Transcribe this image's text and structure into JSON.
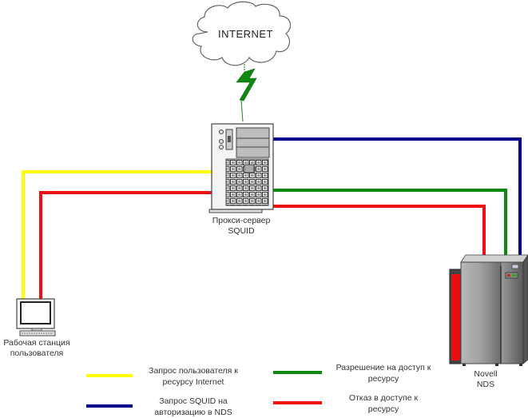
{
  "title": "Схема авторизации SQUID через Novell NDS",
  "nodes": {
    "internet": {
      "label": "INTERNET",
      "icon": "cloud-icon"
    },
    "proxy": {
      "label_line1": "Прокси-сервер",
      "label_line2": "SQUID",
      "icon": "tower-server-icon"
    },
    "workstation": {
      "label_line1": "Рабочая станция",
      "label_line2": "пользователя",
      "icon": "computer-monitor-icon"
    },
    "nds": {
      "label_line1": "Novell",
      "label_line2": "NDS",
      "icon": "mainframe-server-icon"
    }
  },
  "connections": [
    {
      "from": "workstation",
      "to": "proxy",
      "color": "#ffff00",
      "meaning": "user_request"
    },
    {
      "from": "proxy",
      "to": "workstation",
      "color": "#ee1111",
      "meaning": "access_denied"
    },
    {
      "from": "proxy",
      "to": "nds",
      "color": "#00008b",
      "meaning": "squid_auth"
    },
    {
      "from": "nds",
      "to": "proxy",
      "color": "#118811",
      "meaning": "access_granted"
    },
    {
      "from": "nds",
      "to": "proxy",
      "color": "#ee1111",
      "meaning": "access_denied"
    },
    {
      "from": "proxy",
      "to": "internet",
      "color": "#118811",
      "meaning": "wireless_link"
    }
  ],
  "legend": [
    {
      "color": "#ffff00",
      "line1": "Запрос пользователя к",
      "line2": "ресурсу Internet"
    },
    {
      "color": "#00008b",
      "line1": "Запрос SQUID на",
      "line2": "авторизацию в NDS"
    },
    {
      "color": "#118811",
      "line1": "Разрешение на доступ к",
      "line2": "ресурсу"
    },
    {
      "color": "#ee1111",
      "line1": "Отказ в доступе к",
      "line2": "ресурсу"
    }
  ]
}
